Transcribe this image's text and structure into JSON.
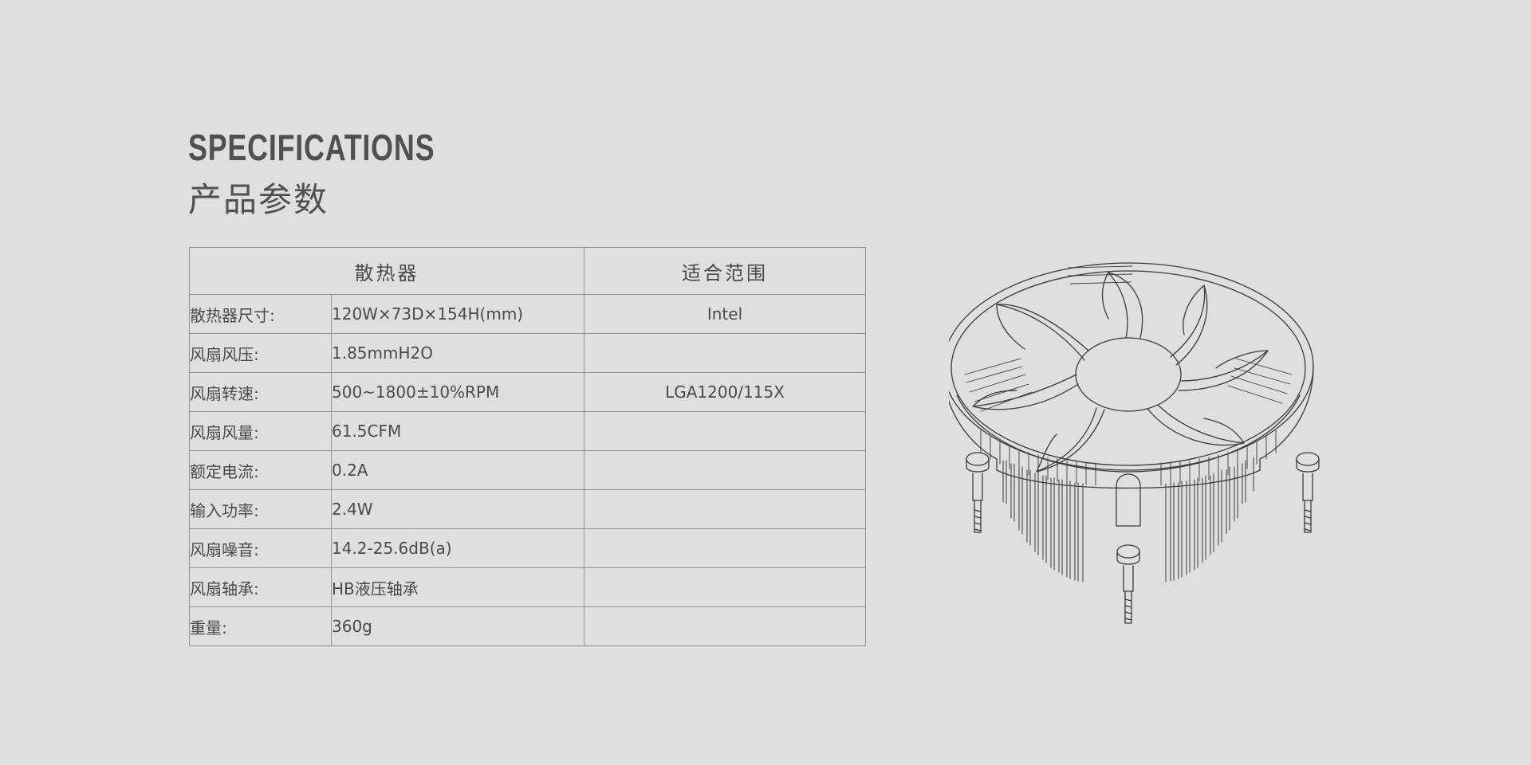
{
  "header": {
    "title_en": "SPECIFICATIONS",
    "title_cn": "产品参数"
  },
  "table": {
    "col_heatsink": "散热器",
    "col_compat": "适合范围",
    "rows": [
      {
        "label": "散热器尺寸:",
        "value": "120W×73D×154H(mm)",
        "fit": "Intel"
      },
      {
        "label": "风扇风压:",
        "value": "1.85mmH2O",
        "fit": ""
      },
      {
        "label": "风扇转速:",
        "value": "500~1800±10%RPM",
        "fit": "LGA1200/115X"
      },
      {
        "label": "风扇风量:",
        "value": "61.5CFM",
        "fit": ""
      },
      {
        "label": "额定电流:",
        "value": "0.2A",
        "fit": ""
      },
      {
        "label": "输入功率:",
        "value": "2.4W",
        "fit": ""
      },
      {
        "label": "风扇噪音:",
        "value": "14.2-25.6dB(a)",
        "fit": ""
      },
      {
        "label": "风扇轴承:",
        "value": "HB液压轴承",
        "fit": ""
      },
      {
        "label": "重量:",
        "value": "360g",
        "fit": ""
      }
    ]
  },
  "illustration": {
    "icon": "cpu-cooler-line-drawing"
  }
}
